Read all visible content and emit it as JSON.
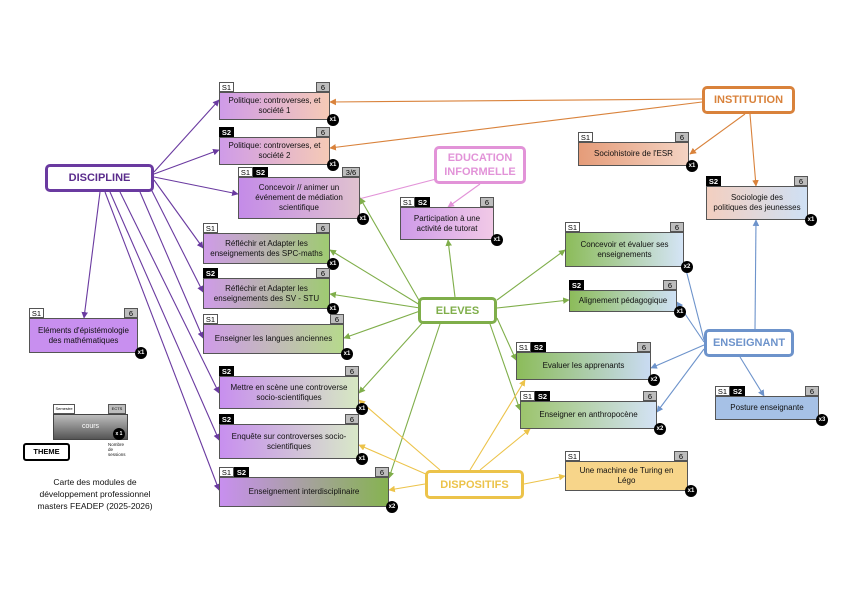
{
  "hubs": {
    "discipline": "DISCIPLINE",
    "institution": "INSTITUTION",
    "education_informelle": "EDUCATION INFORMELLE",
    "eleves": "ELEVES",
    "enseignant": "ENSEIGNANT",
    "dispositifs": "DISPOSITIFS",
    "theme": "THEME"
  },
  "colors": {
    "discipline": "#6a3aa0",
    "institution": "#d9823b",
    "education_informelle": "#e293d8",
    "eleves": "#7fae4a",
    "enseignant": "#6d93cb",
    "dispositifs": "#ecc34a"
  },
  "modules": {
    "politique1": {
      "label": "Politique: controverses, et société 1",
      "sem": [
        "S1"
      ],
      "ects": "6",
      "mult": "x1"
    },
    "politique2": {
      "label": "Politique: controverses, et société 2",
      "sem": [
        "S2"
      ],
      "ects": "6",
      "mult": "x1"
    },
    "concevoir_animer": {
      "label": "Concevoir // animer un événement de médiation scientifique",
      "sem": [
        "S1",
        "S2"
      ],
      "ects": "3/6",
      "mult": "x1"
    },
    "spc_maths": {
      "label": "Réfléchir et Adapter les enseignements des SPC-maths",
      "sem": [
        "S1"
      ],
      "ects": "6",
      "mult": "x1"
    },
    "sv_stu": {
      "label": "Réfléchir et Adapter les enseignements des SV - STU",
      "sem": [
        "S2"
      ],
      "ects": "6",
      "mult": "x1"
    },
    "langues": {
      "label": "Enseigner les langues anciennes",
      "sem": [
        "S1"
      ],
      "ects": "6",
      "mult": "x1"
    },
    "epistemologie": {
      "label": "Eléments d'épistémologie des mathématiques",
      "sem": [
        "S1"
      ],
      "ects": "6",
      "mult": "x1"
    },
    "mettre_scene": {
      "label": "Mettre en scène une controverse socio-scientifiques",
      "sem": [
        "S2"
      ],
      "ects": "6",
      "mult": "x1"
    },
    "enquete": {
      "label": "Enquête sur controverses socio-scientifiques",
      "sem": [
        "S2"
      ],
      "ects": "6",
      "mult": "x1"
    },
    "interdisciplinaire": {
      "label": "Enseignement interdisciplinaire",
      "sem": [
        "S1",
        "S2"
      ],
      "ects": "6",
      "mult": "x2"
    },
    "tutorat": {
      "label": "Participation à une activité de tutorat",
      "sem": [
        "S1",
        "S2"
      ],
      "ects": "6",
      "mult": "x1"
    },
    "sociohistoire": {
      "label": "Sociohistoire de l'ESR",
      "sem": [
        "S1"
      ],
      "ects": "6",
      "mult": "x1"
    },
    "sociologie": {
      "label": "Sociologie des politiques des jeunesses",
      "sem": [
        "S2"
      ],
      "ects": "6",
      "mult": "x1"
    },
    "concevoir_evaluer": {
      "label": "Concevoir et évaluer ses enseignements",
      "sem": [
        "S1"
      ],
      "ects": "6",
      "mult": "x2"
    },
    "alignement": {
      "label": "Alignement pédagogique",
      "sem": [
        "S2"
      ],
      "ects": "6",
      "mult": "x1"
    },
    "evaluer": {
      "label": "Evaluer les apprenants",
      "sem": [
        "S1",
        "S2"
      ],
      "ects": "6",
      "mult": "x2"
    },
    "anthropocene": {
      "label": "Enseigner en anthropocène",
      "sem": [
        "S1",
        "S2"
      ],
      "ects": "6",
      "mult": "x2"
    },
    "posture": {
      "label": "Posture enseignante",
      "sem": [
        "S1",
        "S2"
      ],
      "ects": "6",
      "mult": "x3"
    },
    "turing": {
      "label": "Une machine de Turing en Légo",
      "sem": [
        "S1"
      ],
      "ects": "6",
      "mult": "x1"
    }
  },
  "legend": {
    "semestre": "Semestre",
    "ects": "ECTS",
    "cours": "cours",
    "mult": "x 1",
    "sessions": "Nombre de sessions"
  },
  "caption": {
    "line1": "Carte des modules de",
    "line2": "développement professionnel",
    "line3": "masters FEADEP (2025-2026)"
  }
}
